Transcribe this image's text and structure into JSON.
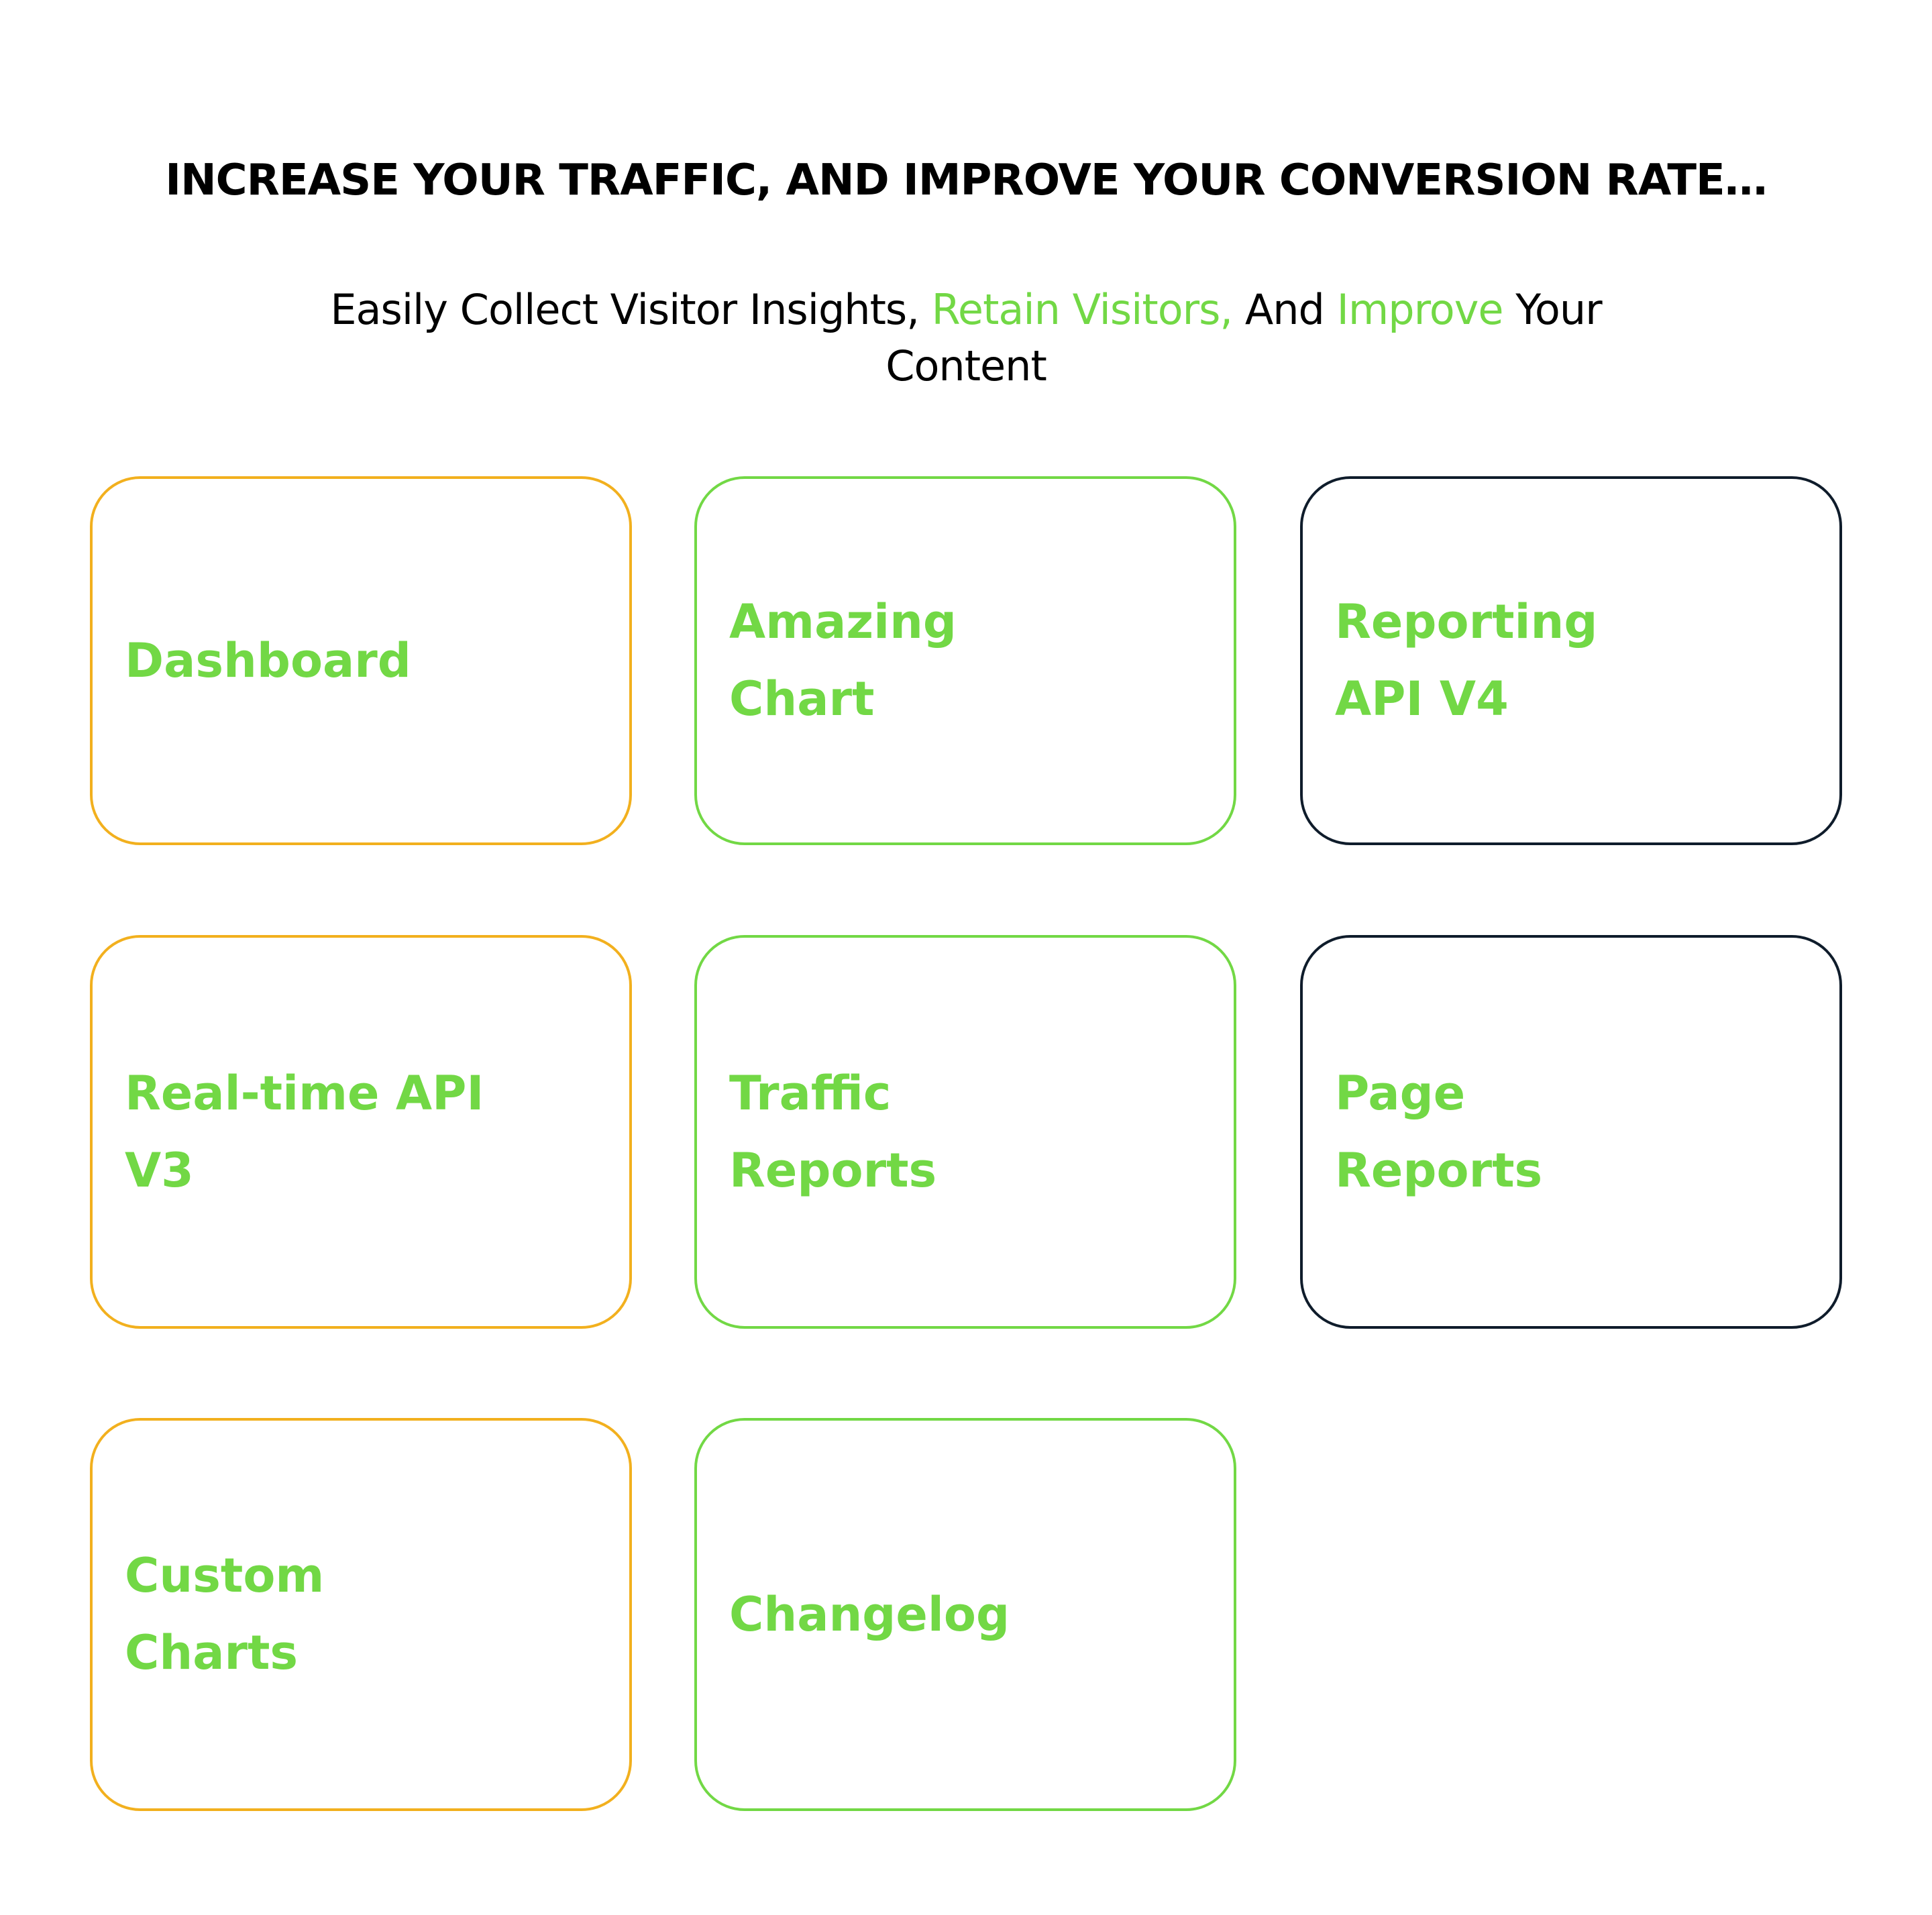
{
  "heading": "INCREASE YOUR TRAFFIC, AND IMPROVE YOUR CONVERSION RATE…",
  "subtitle": {
    "part1": "Easily Collect Visitor Insights, ",
    "highlight1": "Retain Visitors,",
    "part2": " And ",
    "highlight2": "Improve",
    "part3": " Your Content"
  },
  "colors": {
    "accent": "#72d845",
    "orange": "#f2b01e",
    "dark": "#0f1c2b"
  },
  "cards": [
    {
      "label": "Dashboard"
    },
    {
      "label": "Amazing\nChart"
    },
    {
      "label": "Reporting\nAPI V4"
    },
    {
      "label": "Real-time API\nV3"
    },
    {
      "label": "Traffic\nReports"
    },
    {
      "label": "Page\nReports"
    },
    {
      "label": "Custom\nCharts"
    },
    {
      "label": "Changelog"
    }
  ]
}
